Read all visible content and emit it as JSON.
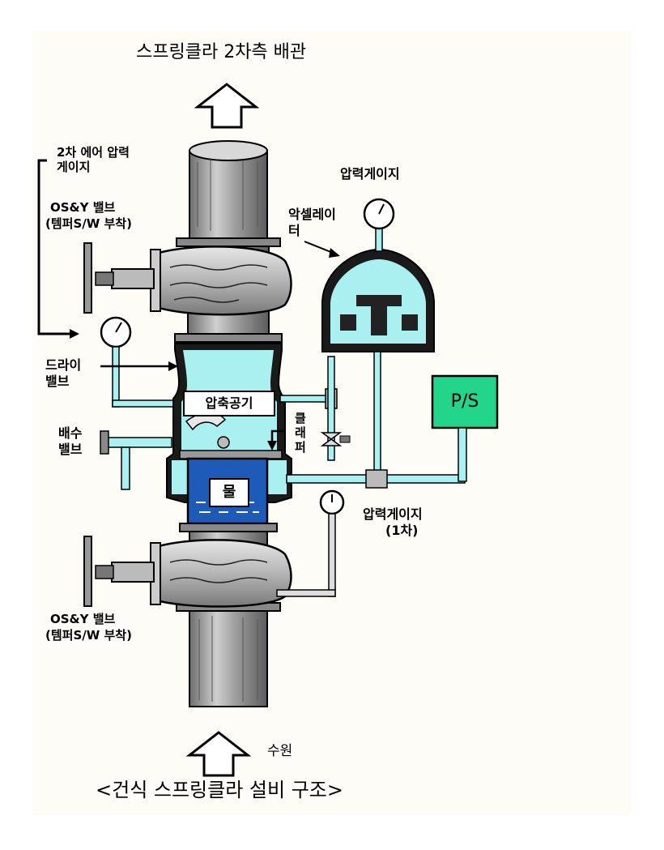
{
  "diagram": {
    "top_title": "스프링클라 2차측 배관",
    "caption": "<건식 스프링클라 설비 구조>",
    "labels": {
      "secondary_air_gauge_l1": "2차 에어 압력",
      "secondary_air_gauge_l2": "게이지",
      "osy_valve_top_l1": "OS&Y 밸브",
      "osy_valve_top_l2": "(템퍼S/W 부착)",
      "dry_valve_l1": "드라이",
      "dry_valve_l2": "밸브",
      "drain_valve_l1": "배수",
      "drain_valve_l2": "밸브",
      "osy_valve_bottom_l1": "OS&Y 밸브",
      "osy_valve_bottom_l2": "(템퍼S/W 부착)",
      "pressure_gauge_top": "압력게이지",
      "accelerator_l1": "악셀레이",
      "accelerator_l2": "터",
      "compressed_air": "압축공기",
      "clapper_l1": "클",
      "clapper_l2": "래",
      "clapper_l3": "퍼",
      "pressure_switch": "P/S",
      "water": "물",
      "pressure_gauge_primary_l1": "압력게이지",
      "pressure_gauge_primary_l2": "(1차)",
      "water_source": "수원"
    },
    "colors": {
      "pipe_gray": "#9a9a9a",
      "air_cyan": "#aaf0f0",
      "water_blue": "#1e5bb8",
      "switch_green": "#22d58a",
      "outline": "#000000"
    }
  }
}
